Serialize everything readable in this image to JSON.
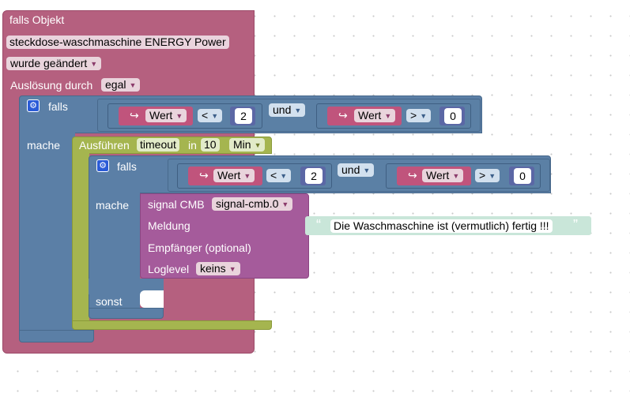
{
  "trigger": {
    "header": "falls Objekt",
    "object_id": "steckdose-waschmaschine ENERGY  Power",
    "condition": "wurde geändert",
    "trigger_by_label": "Auslösung durch",
    "trigger_by_value": "egal"
  },
  "if_outer": {
    "label_if": "falls",
    "label_do": "mache",
    "left": {
      "var": "Wert",
      "op": "<",
      "value": "2"
    },
    "joiner": "und",
    "right": {
      "var": "Wert",
      "op": ">",
      "value": "0"
    }
  },
  "timeout": {
    "label_run": "Ausführen",
    "field_timeout": "timeout",
    "label_in": "in",
    "value": "10",
    "unit": "Min"
  },
  "if_inner": {
    "label_if": "falls",
    "label_do": "mache",
    "label_else": "sonst",
    "left": {
      "var": "Wert",
      "op": "<",
      "value": "2"
    },
    "joiner": "und",
    "right": {
      "var": "Wert",
      "op": ">",
      "value": "0"
    }
  },
  "signal": {
    "label": "signal CMB",
    "instance": "signal-cmb.0",
    "label_message": "Meldung",
    "message": "Die Waschmaschine ist (vermutlich) fertig !!!",
    "quote_open": "“",
    "quote_close": "”",
    "label_recipient": "Empfänger (optional)",
    "label_loglevel": "Loglevel",
    "loglevel": "keins"
  },
  "icons": {
    "gear": "gear-icon",
    "variable": "variable-arrow-icon",
    "dropdown": "dropdown-arrow-icon"
  },
  "colors": {
    "trigger_block": "#b5607f",
    "if_block": "#5b7fa6",
    "timeout_block": "#a5b54f",
    "signal_block": "#a55b9b",
    "text_block": "#c9e6d9",
    "variable_block": "#c0547c",
    "compare_block": "#5b80a5",
    "number_block": "#5b67a5"
  }
}
